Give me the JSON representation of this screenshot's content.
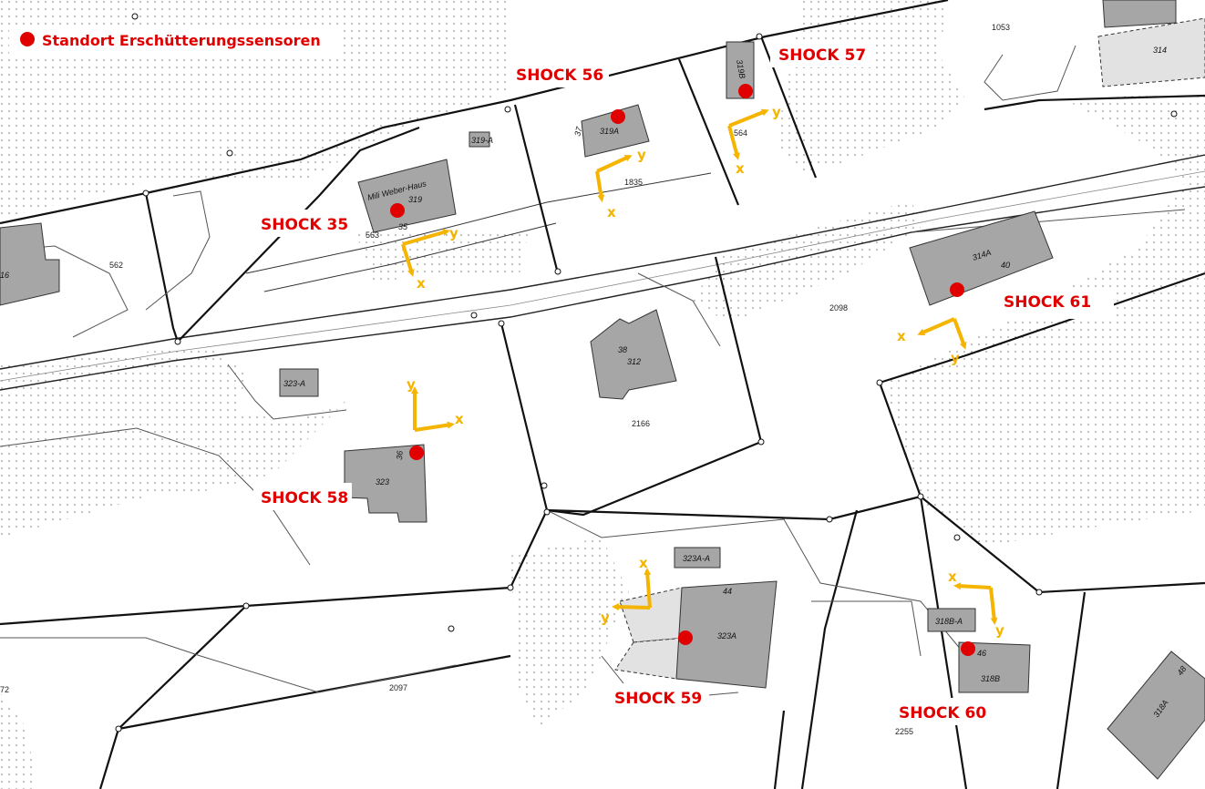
{
  "legend": {
    "label": "Standort Erschütterungssensoren",
    "color": "#e00000"
  },
  "colors": {
    "sensor": "#e00000",
    "axis": "#f5b400",
    "building": "#a6a6a6",
    "boundary": "#111111"
  },
  "sensors": [
    {
      "id": "s35",
      "label": "SHOCK 35"
    },
    {
      "id": "s56",
      "label": "SHOCK 56"
    },
    {
      "id": "s57",
      "label": "SHOCK 57"
    },
    {
      "id": "s58",
      "label": "SHOCK 58"
    },
    {
      "id": "s59",
      "label": "SHOCK 59"
    },
    {
      "id": "s60",
      "label": "SHOCK 60"
    },
    {
      "id": "s61",
      "label": "SHOCK 61"
    }
  ],
  "axes": {
    "x": "x",
    "y": "y"
  },
  "buildings": {
    "mili_weber_haus": "Mili Weber-Haus",
    "b319": "319",
    "b35": "35",
    "b319a": "319A",
    "b319a_small": "319-A",
    "b37": "37",
    "b319b": "319B",
    "b314": "314",
    "b314a": "314A",
    "b40": "40",
    "b312": "312",
    "b38": "38",
    "b323a_small": "323-A",
    "b323": "323",
    "b36": "36",
    "b323aa": "323A-A",
    "b323a": "323A",
    "b44": "44",
    "b318ba": "318B-A",
    "b318b": "318B",
    "b46": "46",
    "b318a": "318A",
    "b48": "48",
    "b16": "16"
  },
  "parcels": {
    "p1053": "1053",
    "p563": "563",
    "p562": "562",
    "p1835": "1835",
    "p564": "564",
    "p2098": "2098",
    "p2166": "2166",
    "p2097": "2097",
    "p2255": "2255",
    "p72": "72"
  }
}
